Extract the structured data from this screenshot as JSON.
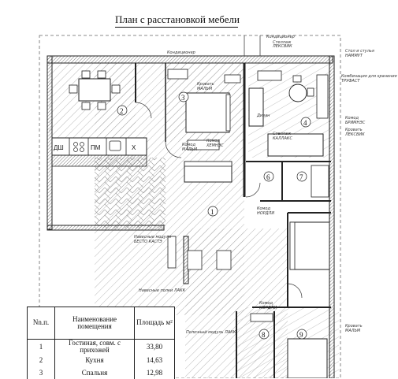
{
  "plan": {
    "title": "План с расстановкой мебели",
    "rooms": [
      "1",
      "2",
      "3",
      "4",
      "6",
      "7",
      "8",
      "9"
    ],
    "kitchen_labels": [
      "ДШ",
      "ПМ",
      "Х"
    ],
    "annotations": [
      "Кондиционер",
      "Кондиционер",
      "Стеллаж",
      "ЛЕКСВИК",
      "Стол и стулья",
      "НАММУТ",
      "Комбинация для хранения",
      "ТРУФАСТ",
      "Комод",
      "БРИМНЭС",
      "Кровать",
      "ЛЕКСВИК",
      "Стеллаж",
      "КАЛЛАКС",
      "Диван",
      "Комод",
      "ХЕМНЭС",
      "Комод",
      "МАЛЬМ",
      "Кровать",
      "МАЛЬМ",
      "Комод",
      "НОРДЛИ",
      "Навесные модули",
      "БЕСТО КАСТЭ",
      "Навесные полки ЛАКК",
      "Комод",
      "НОРДЛИ",
      "Полочный модуль ЛАКК",
      "Кровать",
      "МАЛЬМ"
    ]
  },
  "legend": {
    "headers": [
      "Nn.п.",
      "Наименование помещения",
      "Площадь м²"
    ],
    "rows": [
      {
        "n": "1",
        "name": "Гостиная, совм. с прихожей",
        "area": "33,80"
      },
      {
        "n": "2",
        "name": "Кухня",
        "area": "14,63"
      },
      {
        "n": "3",
        "name": "Спальня",
        "area": "12,98"
      }
    ]
  }
}
